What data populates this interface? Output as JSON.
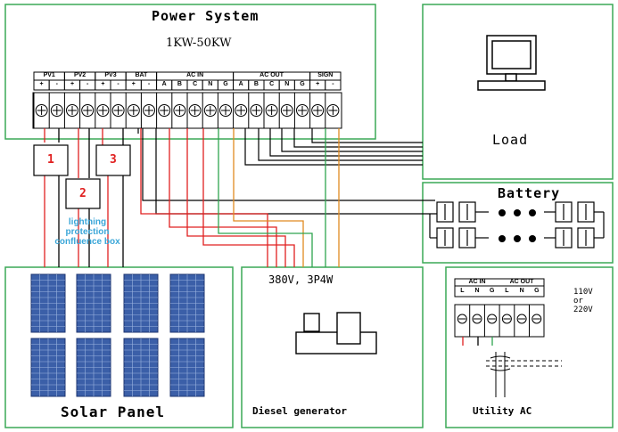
{
  "power_system": {
    "title": "Power System",
    "rating": "1KW-50KW",
    "groups": [
      "PV1",
      "PV2",
      "PV3",
      "BAT",
      "AC IN",
      "AC OUT",
      "SIGN"
    ],
    "terminals": [
      "+",
      "-",
      "+",
      "-",
      "+",
      "-",
      "+",
      "-",
      "A",
      "B",
      "C",
      "N",
      "G",
      "A",
      "B",
      "C",
      "N",
      "G",
      "+",
      "-"
    ]
  },
  "combiner": {
    "boxes": [
      "1",
      "2",
      "3"
    ],
    "caption": "lightning protection confluence box"
  },
  "load": {
    "label": "Load",
    "icon": "computer-monitor-icon"
  },
  "battery": {
    "label": "Battery"
  },
  "solar": {
    "label": "Solar Panel"
  },
  "diesel": {
    "label": "Diesel generator",
    "spec": "380V, 3P4W"
  },
  "utility": {
    "label": "Utility AC",
    "groups": [
      "AC IN",
      "AC OUT"
    ],
    "terminals": [
      "L",
      "N",
      "G",
      "L",
      "N",
      "G"
    ],
    "voltage": "110V\nor\n220V"
  },
  "colors": {
    "frame": "#3aa856",
    "red": "#e02020",
    "orange": "#e08a20",
    "green": "#2ea44f",
    "blue_text": "#3aa6d8"
  }
}
